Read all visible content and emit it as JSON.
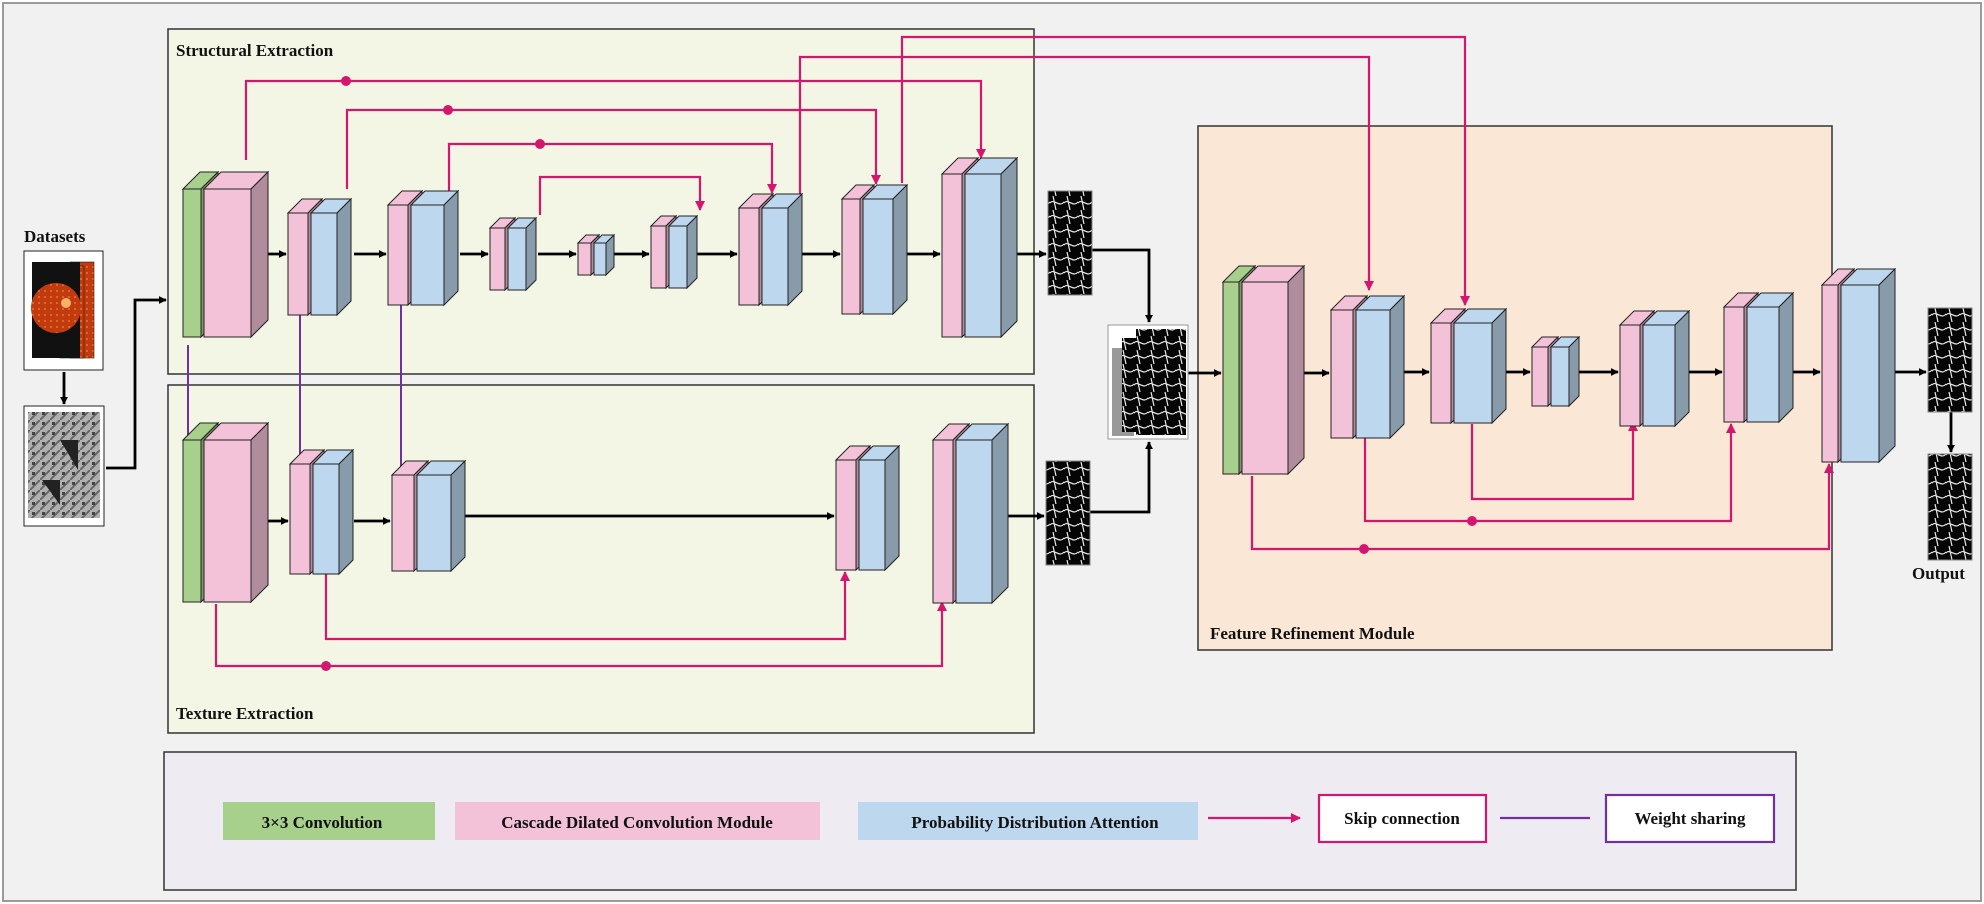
{
  "labels": {
    "structural": "Structural Extraction",
    "texture": "Texture Extraction",
    "refinement": "Feature Refinement Module",
    "datasets": "Datasets",
    "output": "Output"
  },
  "legend": {
    "conv": "3×3 Convolution",
    "cdcm": "Cascade Dilated Convolution Module",
    "pda": "Probability Distribution Attention",
    "skip": "Skip connection",
    "weight": "Weight sharing"
  },
  "colors": {
    "background": "#f1f1f1",
    "extraction_panel": "#f3f6e5",
    "refinement_panel": "#fbe7d6",
    "legend_panel": "#efebf2",
    "conv_green": "#a8d08d",
    "cdcm_pink": "#f4c2d8",
    "pda_blue": "#bdd7ee",
    "skip": "#d4166f",
    "weight_sharing": "#7030a0"
  },
  "icons": [
    "fundus-image-icon",
    "patch-image-icon",
    "vessel-map-icon"
  ]
}
